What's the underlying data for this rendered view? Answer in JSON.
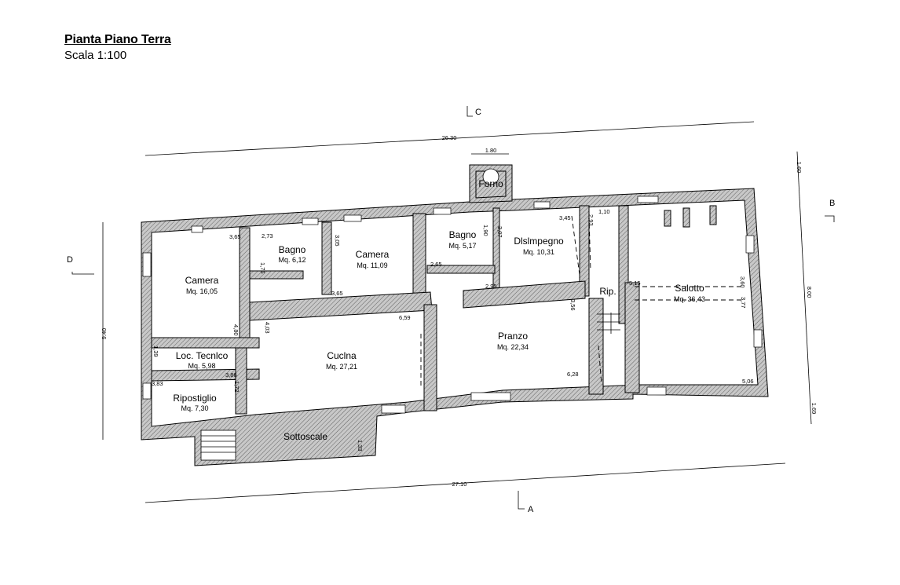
{
  "header": {
    "title": "Pianta Piano Terra",
    "scale": "Scala 1:100"
  },
  "rooms": [
    {
      "name": "Camera",
      "area": "Mq. 16,05"
    },
    {
      "name": "Bagno",
      "area": "Mq. 6,12"
    },
    {
      "name": "Camera",
      "area": "Mq. 11,09"
    },
    {
      "name": "Bagno",
      "area": "Mq. 5,17"
    },
    {
      "name": "Dlslmpegno",
      "area": "Mq. 10,31"
    },
    {
      "name": "Salotto",
      "area": "Mq. 36,43"
    },
    {
      "name": "Rip.",
      "area": ""
    },
    {
      "name": "Loc. Tecnlco",
      "area": "Mq. 5,98"
    },
    {
      "name": "Cuclna",
      "area": "Mq. 27,21"
    },
    {
      "name": "Pranzo",
      "area": "Mq. 22,34"
    },
    {
      "name": "Ripostiglio",
      "area": "Mq. 7,30"
    },
    {
      "name": "Sottoscale",
      "area": ""
    },
    {
      "name": "Forno",
      "area": ""
    }
  ],
  "overall_dimensions": {
    "top": "26.30",
    "bottom": "27.10",
    "left": "9.40",
    "right_mid": "8.00",
    "right_top": "1.60",
    "right_bottom": "1.69",
    "forno_width": "1.80"
  },
  "section_marks": {
    "top": "C",
    "right": "B",
    "left": "D",
    "bottom": "A"
  },
  "dimensions": [
    "3,65",
    "2,73",
    "3,05",
    "1,90",
    "3,07",
    "2,93",
    "3,45",
    "1,10",
    "1,76",
    "2,65",
    "2,95",
    "3,65",
    "3,56",
    "6,59",
    "4,03",
    "4,80",
    "1,39",
    "3,86",
    "3,83",
    "1,72",
    "6,28",
    "5,15",
    "3,60",
    "3,77",
    "5,06",
    "1,33"
  ]
}
